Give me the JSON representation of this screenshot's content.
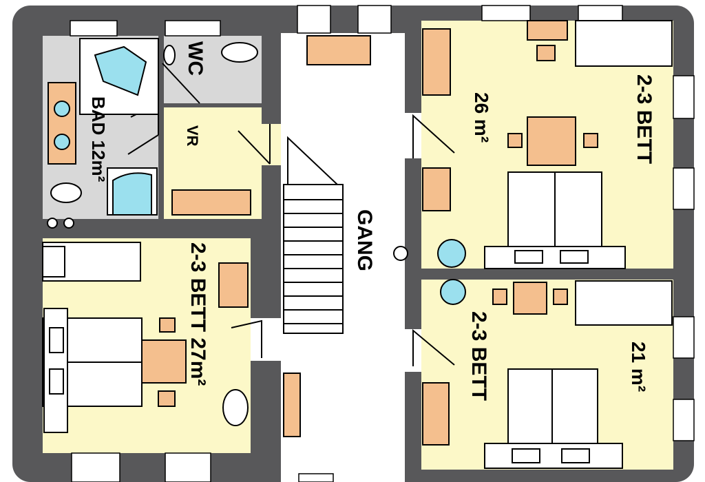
{
  "colors": {
    "wall": "#58585a",
    "room": "#fcf8c8",
    "bath": "#d8d8d8",
    "corridor": "#ffffff",
    "furniture": "#f4bf8e",
    "water": "#9be0ee",
    "outline": "#000000"
  },
  "rooms": {
    "bath": {
      "label": "BAD 12m²"
    },
    "wc": {
      "label": "WC"
    },
    "vr": {
      "label": "VR"
    },
    "gang": {
      "label": "GANG"
    },
    "room_ne": {
      "beds": "2-3 BETT",
      "area": "26 m²"
    },
    "room_sw": {
      "beds": "2-3 BETT 27m²"
    },
    "room_se": {
      "beds": "2-3 BETT",
      "area": "21 m²"
    }
  },
  "icons": [
    "bathtub-icon",
    "toilet-icon",
    "sink-icon",
    "shower-icon",
    "stairs-icon",
    "bed-icon",
    "table-icon",
    "chair-icon",
    "door-icon",
    "window-icon"
  ]
}
